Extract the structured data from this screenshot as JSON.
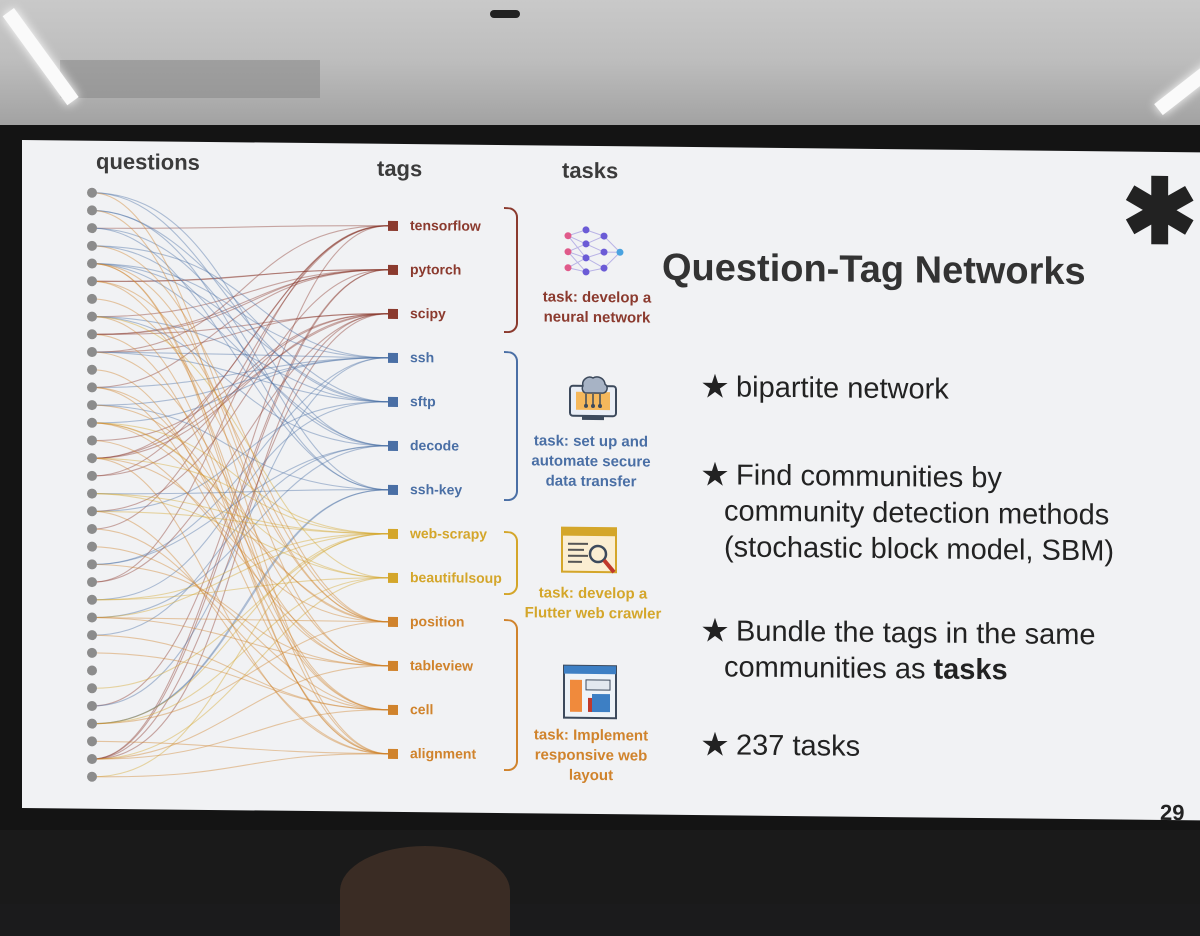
{
  "headers": {
    "questions": "questions",
    "tags": "tags",
    "tasks": "tasks"
  },
  "title": "Question-Tag Networks",
  "bullets": [
    {
      "star": "★",
      "line1": "bipartite network",
      "line2": "",
      "line3": ""
    },
    {
      "star": "★",
      "line1": "Find communities by",
      "line2": "community detection methods",
      "line3": "(stochastic block model, SBM)"
    },
    {
      "star": "★",
      "line1": "Bundle the tags in the same",
      "line2": "communities as ",
      "bold": "tasks"
    },
    {
      "star": "★",
      "line1": "237 tasks",
      "line2": "",
      "line3": ""
    }
  ],
  "page_number": "29",
  "big_star": "✱",
  "question_count": 34,
  "groups": [
    {
      "color": "#8b3a2e",
      "tags": [
        "tensorflow",
        "pytorch",
        "scipy"
      ],
      "task": [
        "task: develop a",
        "neural network"
      ],
      "icon": "neural-network-icon"
    },
    {
      "color": "#4a6fa5",
      "tags": [
        "ssh",
        "sftp",
        "decode",
        "ssh-key"
      ],
      "task": [
        "task: set up and",
        "automate secure",
        "data transfer"
      ],
      "icon": "cloud-transfer-icon"
    },
    {
      "color": "#d4a62a",
      "tags": [
        "web-scrapy",
        "beautifulsoup"
      ],
      "task": [
        "task: develop a",
        "Flutter web crawler"
      ],
      "icon": "web-crawler-icon"
    },
    {
      "color": "#d0832c",
      "tags": [
        "position",
        "tableview",
        "cell",
        "alignment"
      ],
      "task": [
        "task: Implement",
        "responsive web",
        "layout"
      ],
      "icon": "web-layout-icon"
    }
  ]
}
